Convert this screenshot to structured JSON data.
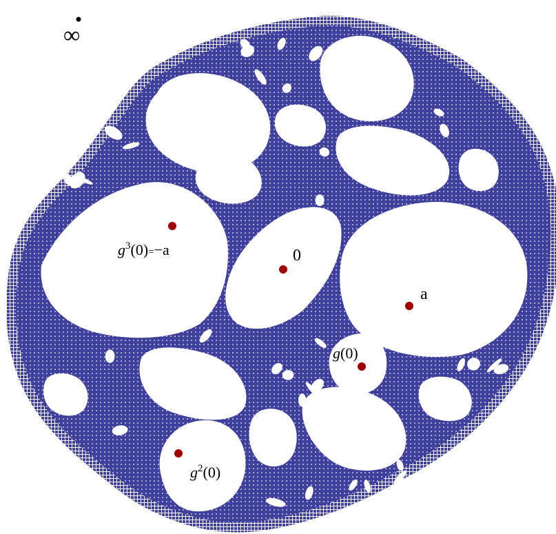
{
  "figure": {
    "fill_color": "#3f3f9c",
    "point_color": "#a00000",
    "infinity_label": "∞",
    "points": [
      {
        "id": "zero",
        "label": "0"
      },
      {
        "id": "a",
        "label": "a"
      },
      {
        "id": "g1",
        "label_fn": "g",
        "label_arg": "(0)"
      },
      {
        "id": "g2",
        "label_fn": "g",
        "label_sup": "2",
        "label_arg": "(0)"
      },
      {
        "id": "g3",
        "label_fn": "g",
        "label_sup": "3",
        "label_arg": "(0)",
        "label_eq": "=",
        "label_rhs": "−a"
      }
    ]
  }
}
